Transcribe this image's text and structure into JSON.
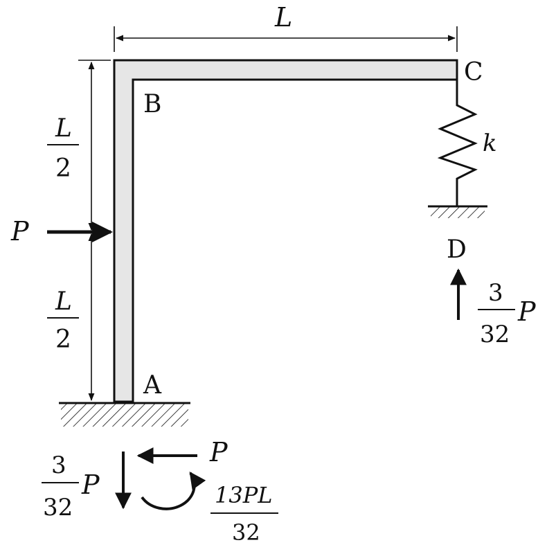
{
  "labels": {
    "point_a": "A",
    "point_b": "B",
    "point_c": "C",
    "point_d": "D",
    "spring_k": "k",
    "span_length": "L",
    "upper_half": {
      "num": "L",
      "den": "2"
    },
    "lower_half": {
      "num": "L",
      "den": "2"
    },
    "applied_load": "P"
  },
  "reactions": {
    "d_vertical": {
      "num": "3",
      "den": "32",
      "sym": "P"
    },
    "a_vertical": {
      "num": "3",
      "den": "32",
      "sym": "P"
    },
    "a_horizontal": "P",
    "a_moment": {
      "num": "13PL",
      "den": "32"
    }
  },
  "colors": {
    "member_fill": "#e6e6e6",
    "stroke": "#111111"
  }
}
